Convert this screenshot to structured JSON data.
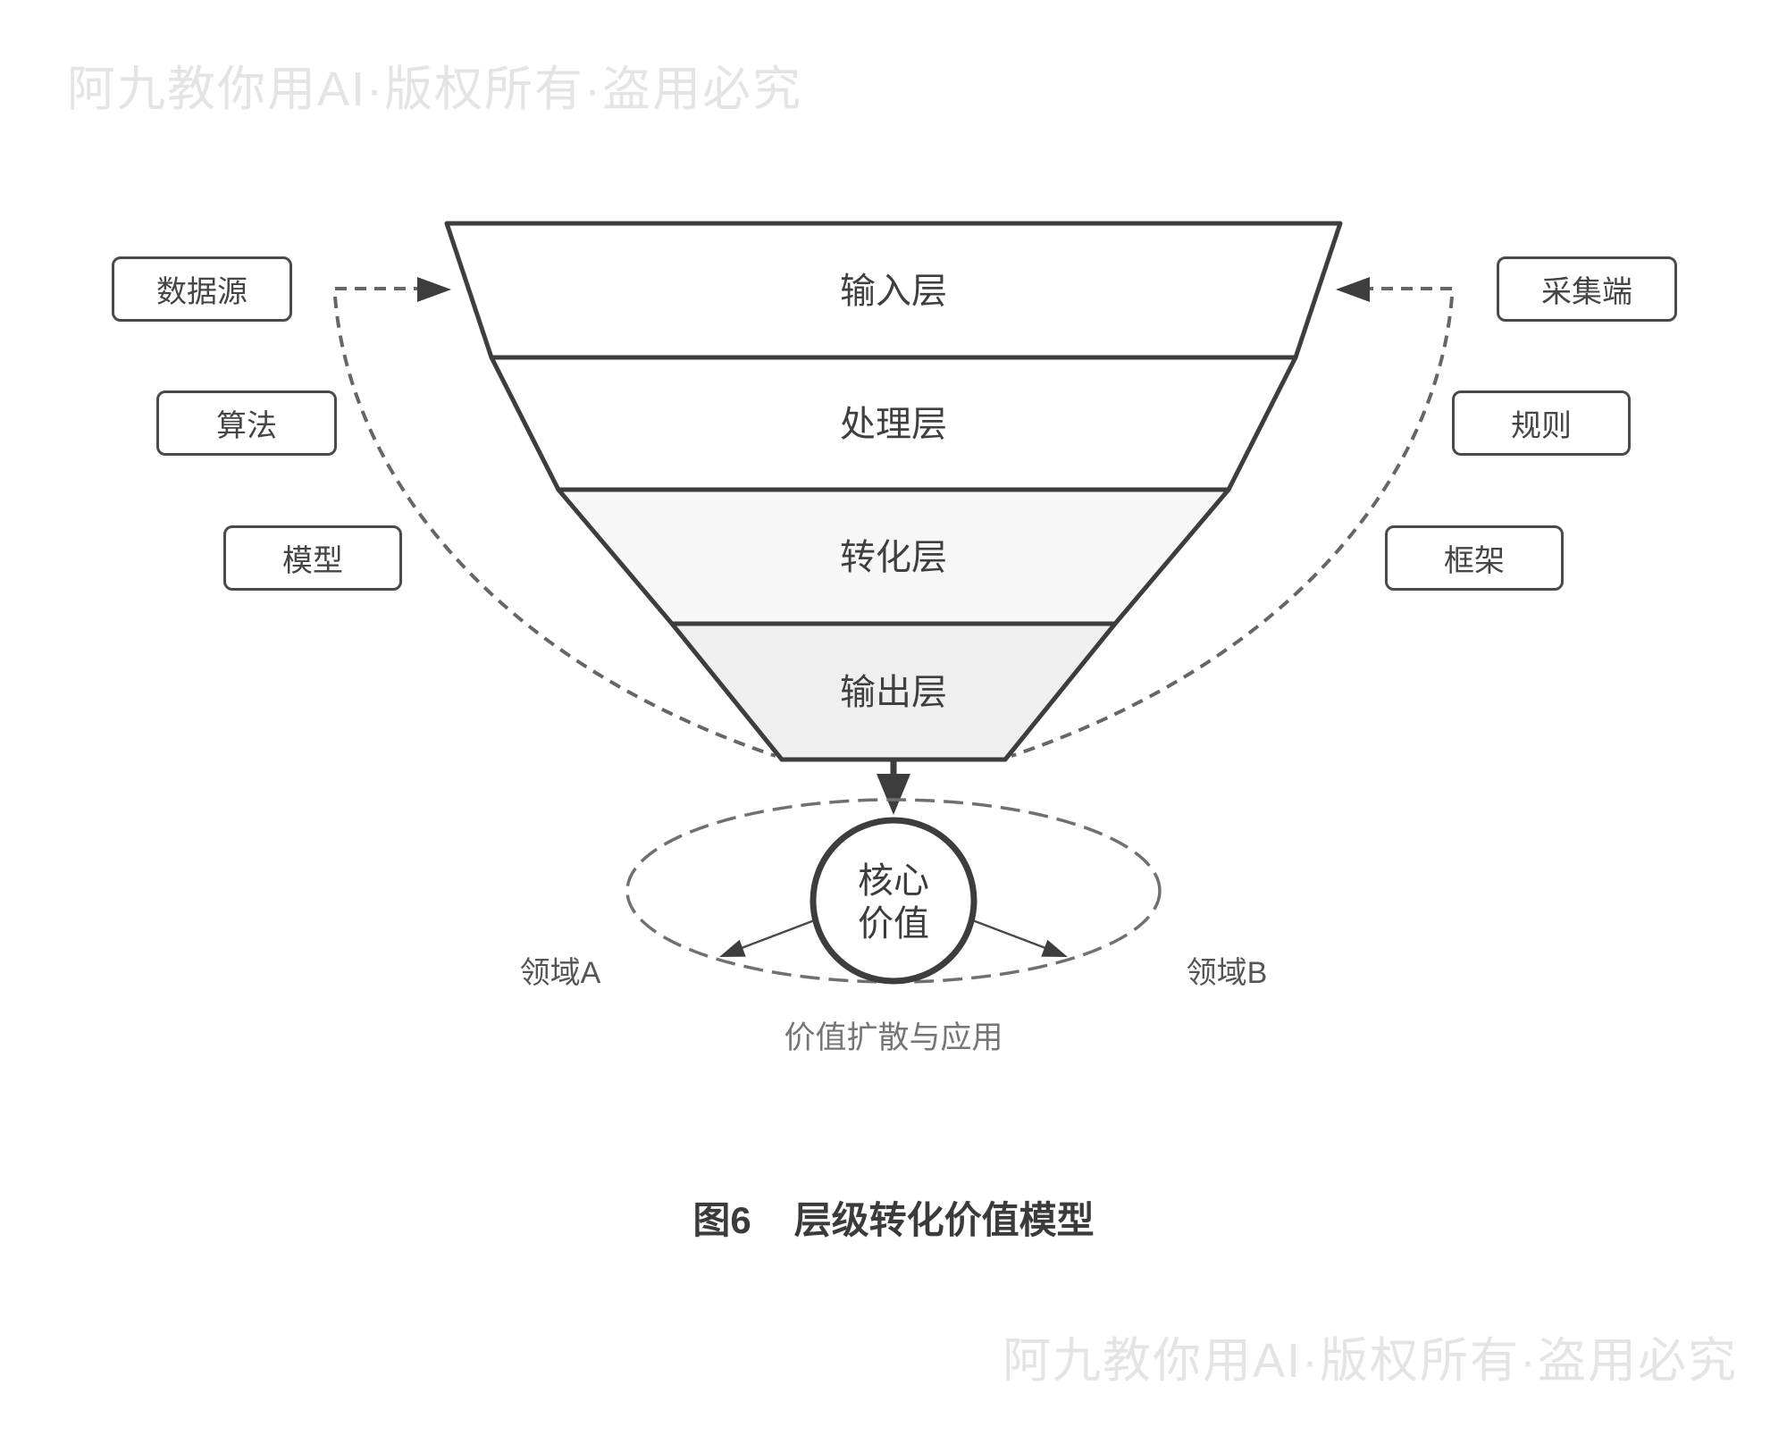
{
  "watermark": {
    "text": "阿九教你用AI·版权所有·盗用必究"
  },
  "funnel": {
    "layers": [
      {
        "label": "输入层"
      },
      {
        "label": "处理层"
      },
      {
        "label": "转化层"
      },
      {
        "label": "输出层"
      }
    ]
  },
  "left_labels": [
    {
      "label": "数据源"
    },
    {
      "label": "算法"
    },
    {
      "label": "模型"
    }
  ],
  "right_labels": [
    {
      "label": "采集端"
    },
    {
      "label": "规则"
    },
    {
      "label": "框架"
    }
  ],
  "core": {
    "line1": "核心",
    "line2": "价值"
  },
  "domains": {
    "a": "领域A",
    "b": "领域B"
  },
  "diffusion_label": "价值扩散与应用",
  "caption": {
    "figure": "图6",
    "title": "层级转化价值模型"
  },
  "colors": {
    "funnel_stroke": "#3d3d3d",
    "dashed_connector": "#666666",
    "layer_fill_white": "#ffffff",
    "layer_fill_light": "#f7f7f7",
    "layer_fill_lighter": "#efefef",
    "watermark": "#e4e4e4",
    "caption_text": "#3b3b3b"
  }
}
